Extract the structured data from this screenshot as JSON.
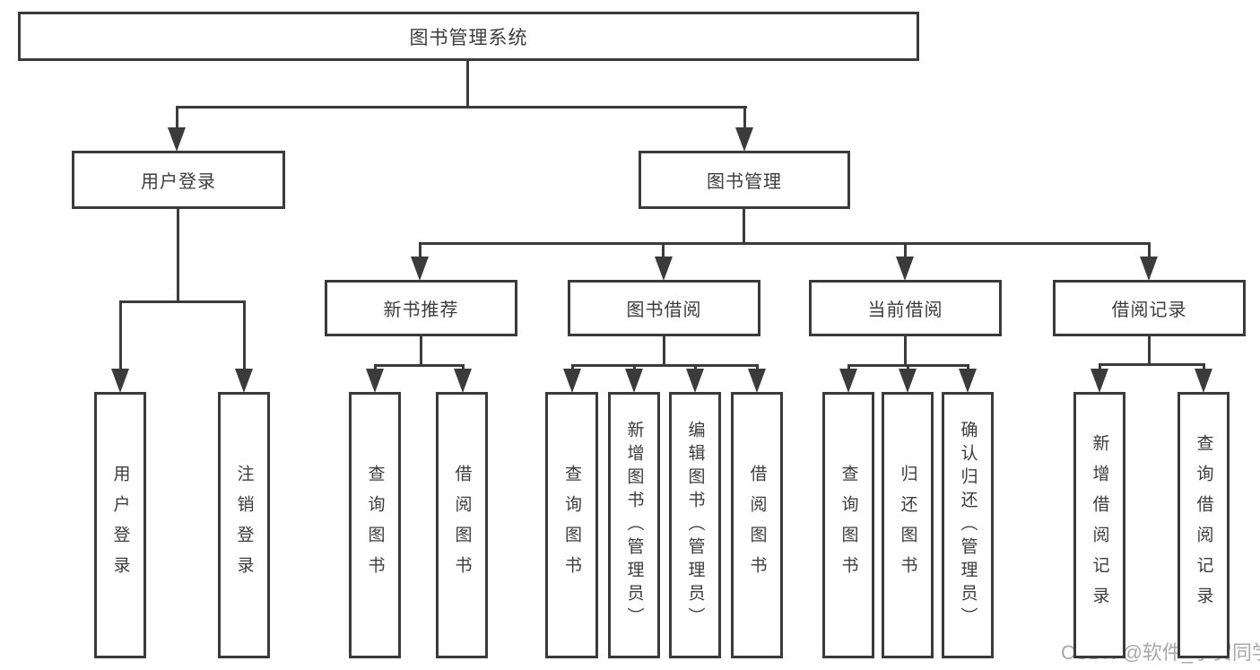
{
  "diagram": {
    "type": "hierarchy-tree",
    "nodes": [
      {
        "id": "root",
        "label": "图书管理系统",
        "level": 1,
        "parent": null
      },
      {
        "id": "user-login",
        "label": "用户登录",
        "level": 2,
        "parent": "root"
      },
      {
        "id": "book-management",
        "label": "图书管理",
        "level": 2,
        "parent": "root"
      },
      {
        "id": "new-book-recommendation",
        "label": "新书推荐",
        "level": 3,
        "parent": "book-management"
      },
      {
        "id": "book-borrowing",
        "label": "图书借阅",
        "level": 3,
        "parent": "book-management"
      },
      {
        "id": "current-borrowing",
        "label": "当前借阅",
        "level": 3,
        "parent": "book-management"
      },
      {
        "id": "borrowing-records",
        "label": "借阅记录",
        "level": 3,
        "parent": "book-management"
      },
      {
        "id": "leaf-user-login",
        "label": "用户登录",
        "level": 4,
        "parent": "user-login"
      },
      {
        "id": "leaf-logout",
        "label": "注销登录",
        "level": 4,
        "parent": "user-login"
      },
      {
        "id": "leaf-query-book-1",
        "label": "查询图书",
        "level": 4,
        "parent": "new-book-recommendation"
      },
      {
        "id": "leaf-borrow-book-1",
        "label": "借阅图书",
        "level": 4,
        "parent": "new-book-recommendation"
      },
      {
        "id": "leaf-query-book-2",
        "label": "查询图书",
        "level": 4,
        "parent": "book-borrowing"
      },
      {
        "id": "leaf-add-book-admin",
        "label": "新增图书（管理员）",
        "level": 4,
        "parent": "book-borrowing"
      },
      {
        "id": "leaf-edit-book-admin",
        "label": "编辑图书（管理员）",
        "level": 4,
        "parent": "book-borrowing"
      },
      {
        "id": "leaf-borrow-book-2",
        "label": "借阅图书",
        "level": 4,
        "parent": "book-borrowing"
      },
      {
        "id": "leaf-query-book-3",
        "label": "查询图书",
        "level": 4,
        "parent": "current-borrowing"
      },
      {
        "id": "leaf-return-book",
        "label": "归还图书",
        "level": 4,
        "parent": "current-borrowing"
      },
      {
        "id": "leaf-confirm-return-admin",
        "label": "确认归还（管理员）",
        "level": 4,
        "parent": "current-borrowing"
      },
      {
        "id": "leaf-add-borrow-record",
        "label": "新增借阅记录",
        "level": 4,
        "parent": "borrowing-records"
      },
      {
        "id": "leaf-query-borrow-record",
        "label": "查询借阅记录",
        "level": 4,
        "parent": "borrowing-records"
      }
    ]
  },
  "watermark": {
    "text": "CSDN @软件_小贺同学"
  },
  "colors": {
    "line": "#3b3b3b",
    "box_border": "#3a3a3a",
    "text": "#3c3c3c",
    "watermark": "#a8a8a8",
    "background": "#ffffff"
  }
}
